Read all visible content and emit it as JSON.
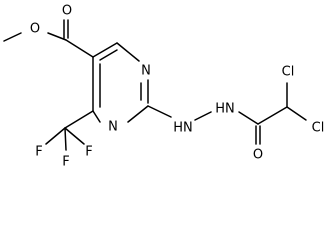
{
  "molecule": {
    "atoms": [
      {
        "id": "o_ester_carbonyl",
        "label": "O"
      },
      {
        "id": "o_ester_single",
        "label": "O"
      },
      {
        "id": "n_ring_top",
        "label": "N"
      },
      {
        "id": "n_ring_bottom",
        "label": "N"
      },
      {
        "id": "nh_1",
        "label": "HN"
      },
      {
        "id": "nh_2",
        "label": "HN"
      },
      {
        "id": "cl_1",
        "label": "Cl"
      },
      {
        "id": "cl_2",
        "label": "Cl"
      },
      {
        "id": "o_amide",
        "label": "O"
      },
      {
        "id": "f_1",
        "label": "F"
      },
      {
        "id": "f_2",
        "label": "F"
      },
      {
        "id": "f_3",
        "label": "F"
      }
    ]
  }
}
